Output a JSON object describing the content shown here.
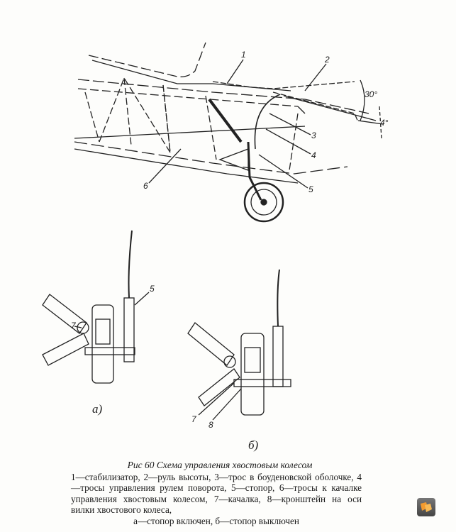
{
  "figure": {
    "top_labels": {
      "l1": "1",
      "l2": "2",
      "l3": "3",
      "l4": "4",
      "l5": "5",
      "l6": "6",
      "angle_up": "30°",
      "angle_down": "4°"
    },
    "view_a": {
      "label": "а)",
      "l5": "5",
      "l7": "7"
    },
    "view_b": {
      "label": "б)",
      "l7": "7",
      "l8": "8"
    }
  },
  "caption": {
    "title": "Рис 60 Схема управления хвостовым колесом",
    "body": "1—стабилизатор, 2—руль высоты, 3—трос в боуденовской оболочке, 4—тросы управления рулем поворота, 5—стопор, 6—тросы к качалке управления хвостовым колесом, 7—качалка, 8—кронштейн на оси вилки хвостового колеса,",
    "last": "а—стопор включен, б—стопор выключен"
  },
  "logo": {
    "icon": "watermark-logo",
    "color": "#f29a2e"
  }
}
